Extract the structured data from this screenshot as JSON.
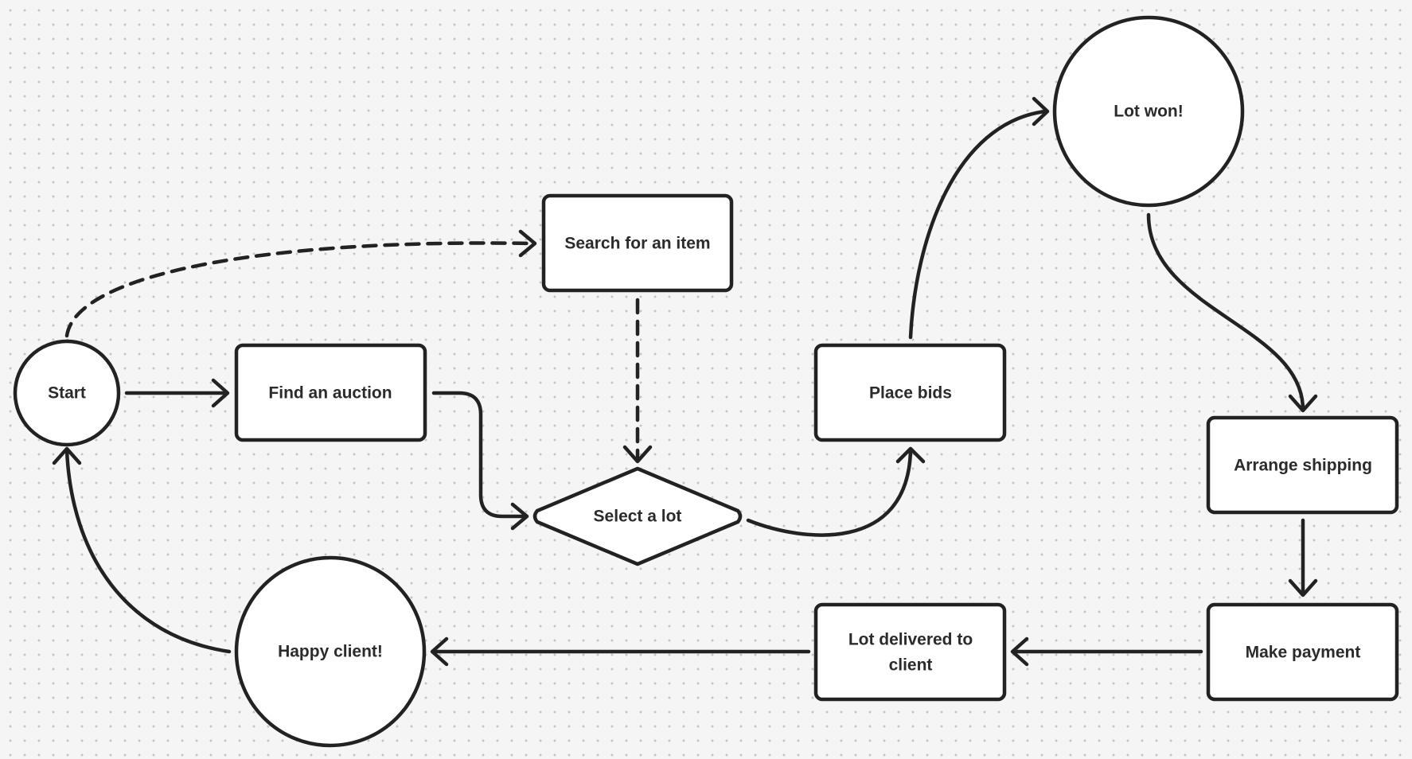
{
  "diagram": {
    "nodes": {
      "start": {
        "label": "Start",
        "shape": "circle"
      },
      "find_auction": {
        "label": "Find an auction",
        "shape": "rectangle"
      },
      "search_item": {
        "label": "Search for an item",
        "shape": "rectangle"
      },
      "select_lot": {
        "label": "Select a lot",
        "shape": "diamond"
      },
      "place_bids": {
        "label": "Place bids",
        "shape": "rectangle"
      },
      "lot_won": {
        "label": "Lot won!",
        "shape": "circle"
      },
      "arrange_shipping": {
        "label": "Arrange shipping",
        "shape": "rectangle"
      },
      "make_payment": {
        "label": "Make payment",
        "shape": "rectangle"
      },
      "lot_delivered": {
        "label_lines": [
          "Lot delivered to",
          "client"
        ],
        "shape": "rectangle"
      },
      "happy_client": {
        "label": "Happy client!",
        "shape": "circle"
      }
    },
    "edges": [
      {
        "from": "start",
        "to": "find_auction",
        "style": "solid"
      },
      {
        "from": "start",
        "to": "search_item",
        "style": "dashed"
      },
      {
        "from": "search_item",
        "to": "select_lot",
        "style": "dashed"
      },
      {
        "from": "find_auction",
        "to": "select_lot",
        "style": "solid"
      },
      {
        "from": "select_lot",
        "to": "place_bids",
        "style": "solid"
      },
      {
        "from": "place_bids",
        "to": "lot_won",
        "style": "solid"
      },
      {
        "from": "lot_won",
        "to": "arrange_shipping",
        "style": "solid"
      },
      {
        "from": "arrange_shipping",
        "to": "make_payment",
        "style": "solid"
      },
      {
        "from": "make_payment",
        "to": "lot_delivered",
        "style": "solid"
      },
      {
        "from": "lot_delivered",
        "to": "happy_client",
        "style": "solid"
      },
      {
        "from": "happy_client",
        "to": "start",
        "style": "solid"
      }
    ],
    "colors": {
      "stroke": "#222222",
      "node_fill": "#ffffff",
      "canvas": "#f5f5f5",
      "grid_dot": "#c4c4c4",
      "text": "#2b2b2b"
    }
  }
}
